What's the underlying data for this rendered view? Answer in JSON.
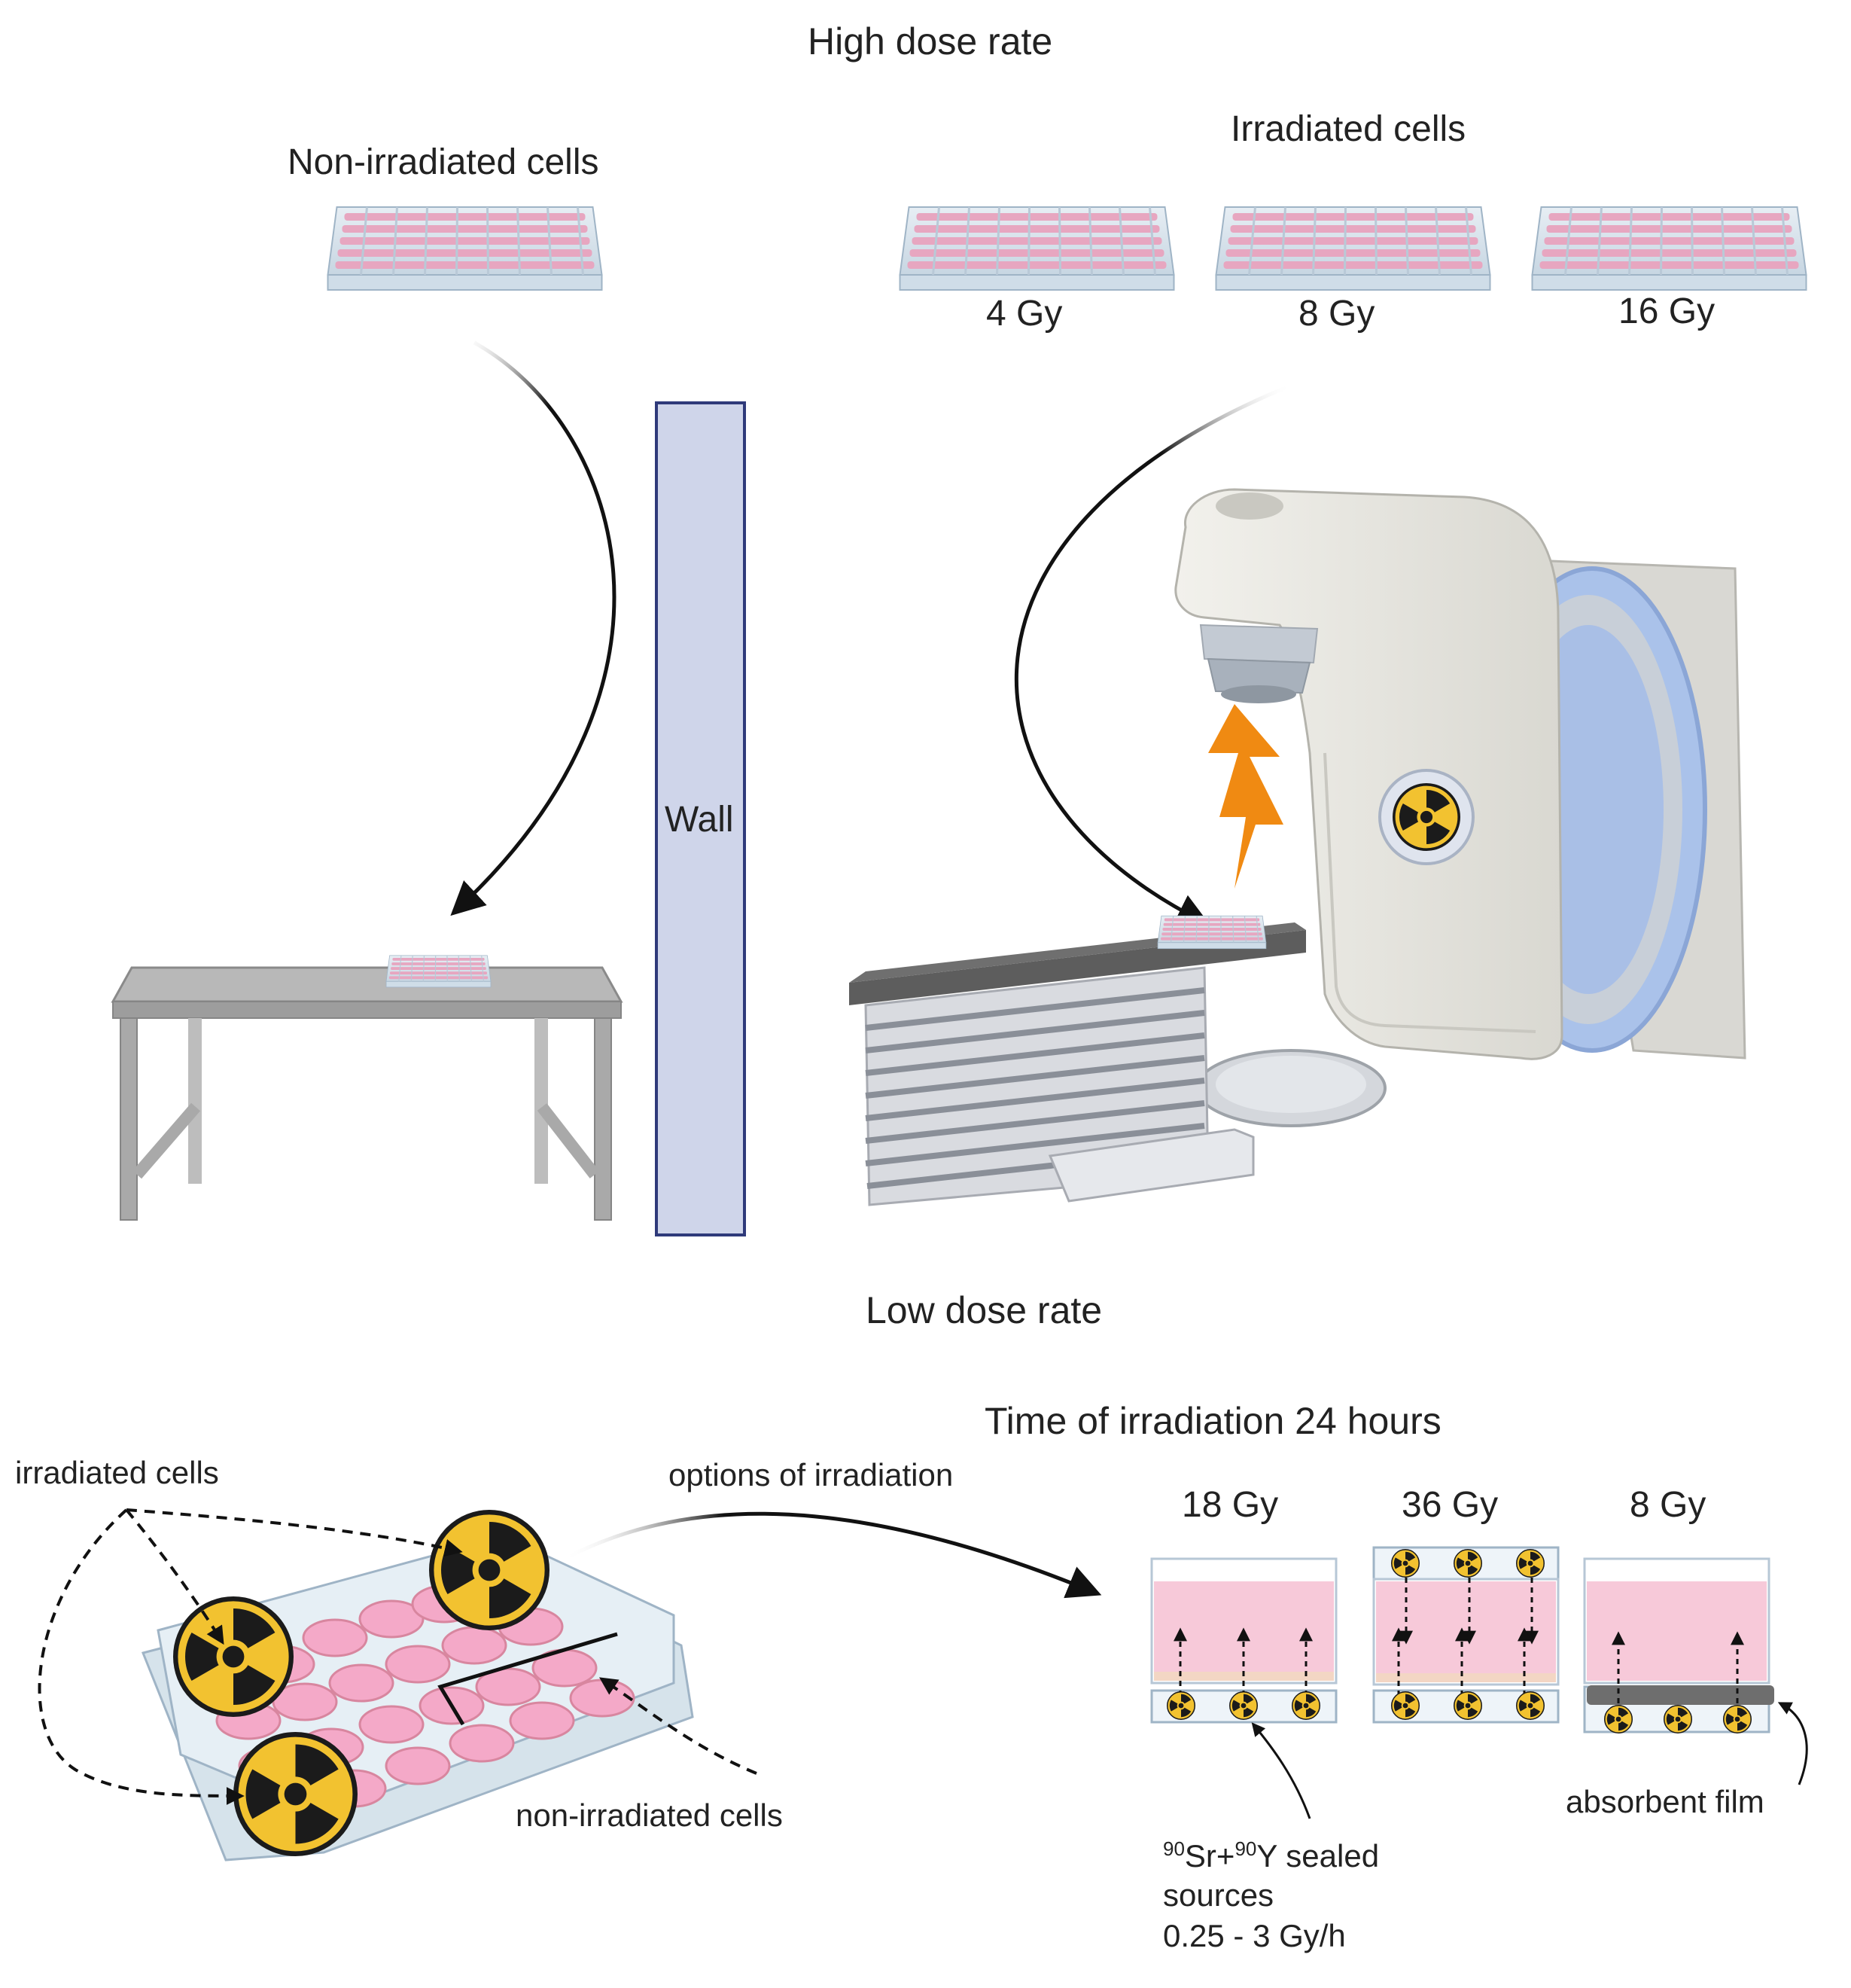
{
  "high": {
    "title": "High dose rate",
    "non_irradiated_label": "Non-irradiated cells",
    "irradiated_label": "Irradiated cells",
    "doses": [
      "4 Gy",
      "8 Gy",
      "16 Gy"
    ],
    "wall_label": "Wall"
  },
  "low": {
    "title": "Low dose rate",
    "time_label": "Time of irradiation 24 hours",
    "irradiated_label": "irradiated cells",
    "options_label": "options of irradiation",
    "non_irradiated_label": "non-irradiated cells",
    "doses": [
      "18 Gy",
      "36 Gy",
      "8 Gy"
    ],
    "source_line1_sup1": "90",
    "source_line1_a": "Sr+",
    "source_line1_sup2": "90",
    "source_line1_b": "Y sealed",
    "source_line2": "sources",
    "source_line3": "0.25 - 3 Gy/h",
    "film_label": "absorbent film"
  },
  "icons": [
    "radiation-icon",
    "lightning-icon",
    "well-plate-icon",
    "linac-icon",
    "table-icon"
  ],
  "colors": {
    "wall_fill": "#cfd5ea",
    "wall_stroke": "#2f3a7a",
    "radiation_yellow": "#f2c230",
    "bolt_orange": "#f08a12",
    "medium_pink": "#f7c9d9",
    "well_pink": "#f4a9c8",
    "film_grey": "#6e6e6e"
  }
}
